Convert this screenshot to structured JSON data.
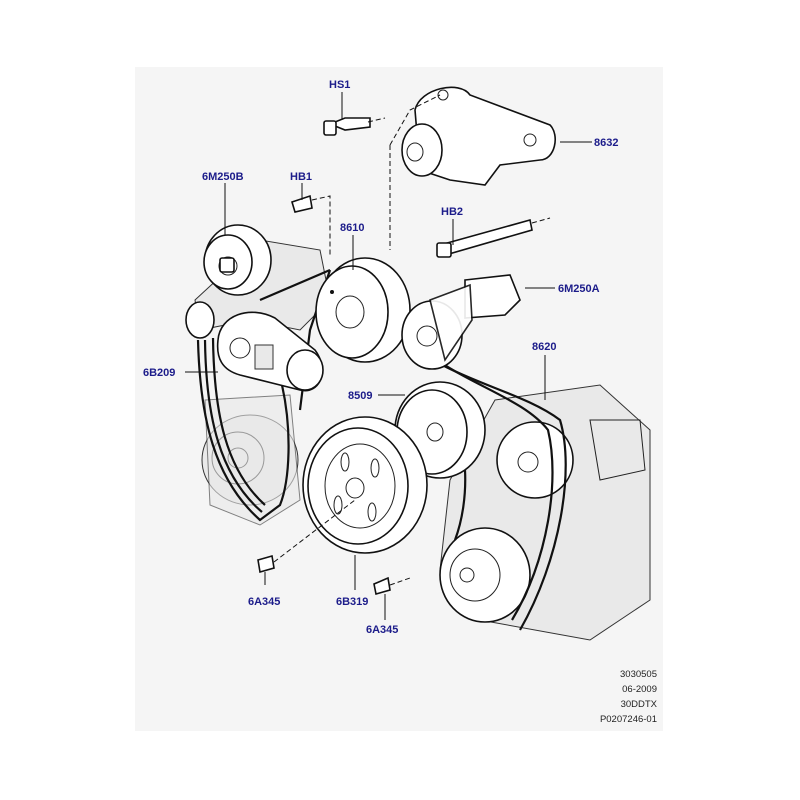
{
  "callouts": {
    "hs1": "HS1",
    "n8632": "8632",
    "m250b": "6M250B",
    "hb1": "HB1",
    "n8610": "8610",
    "hb2": "HB2",
    "m250a": "6M250A",
    "b209": "6B209",
    "n8620": "8620",
    "n8509": "8509",
    "a345_left": "6A345",
    "b319": "6B319",
    "a345_right": "6A345"
  },
  "reference": {
    "line1": "3030505",
    "line2": "06-2009",
    "line3": "30DDTX",
    "line4": "P0207246-01"
  },
  "colors": {
    "callout_text": "#1c1c8a",
    "panel_background": "#f5f5f5",
    "line_art": "#111111"
  }
}
